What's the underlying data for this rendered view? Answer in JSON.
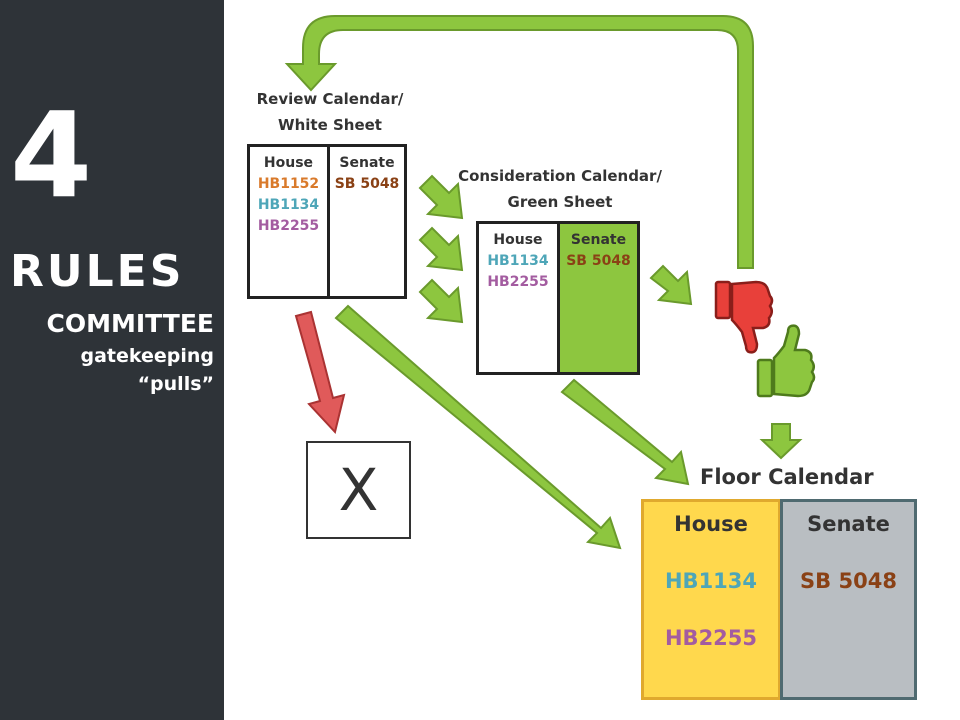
{
  "sidebar": {
    "number": "4",
    "title": "RULES",
    "subtitle": "COMMITTEE",
    "line1": "gatekeeping",
    "line2": "“pulls”"
  },
  "review_calendar": {
    "caption_line1": "Review Calendar/",
    "caption_line2": "White Sheet",
    "house_header": "House",
    "senate_header": "Senate",
    "house_bills": [
      "HB1152",
      "HB1134",
      "HB2255"
    ],
    "senate_bills": [
      "SB 5048"
    ]
  },
  "consideration_calendar": {
    "caption_line1": "Consideration Calendar/",
    "caption_line2": "Green Sheet",
    "house_header": "House",
    "senate_header": "Senate",
    "house_bills": [
      "HB1134",
      "HB2255"
    ],
    "senate_bills": [
      "SB 5048"
    ]
  },
  "rejected": {
    "mark": "X"
  },
  "floor_calendar": {
    "caption": "Floor Calendar",
    "house_header": "House",
    "senate_header": "Senate",
    "house_bills": [
      "HB1134",
      "HB2255"
    ],
    "senate_bills": [
      "SB 5048"
    ]
  },
  "colors": {
    "sidebar": "#2e3338",
    "arrow_green": "#8dc63f",
    "arrow_red": "#e05a5a",
    "thumbs_down": "#e8403a",
    "thumbs_up": "#8dc63f",
    "floor_house_fill": "#ffd84d",
    "floor_senate_fill": "#b9bec2",
    "bill_orange": "#d97a2b",
    "bill_teal": "#4ea6b8",
    "bill_purple": "#a35ca0",
    "bill_brown": "#8a4115"
  }
}
